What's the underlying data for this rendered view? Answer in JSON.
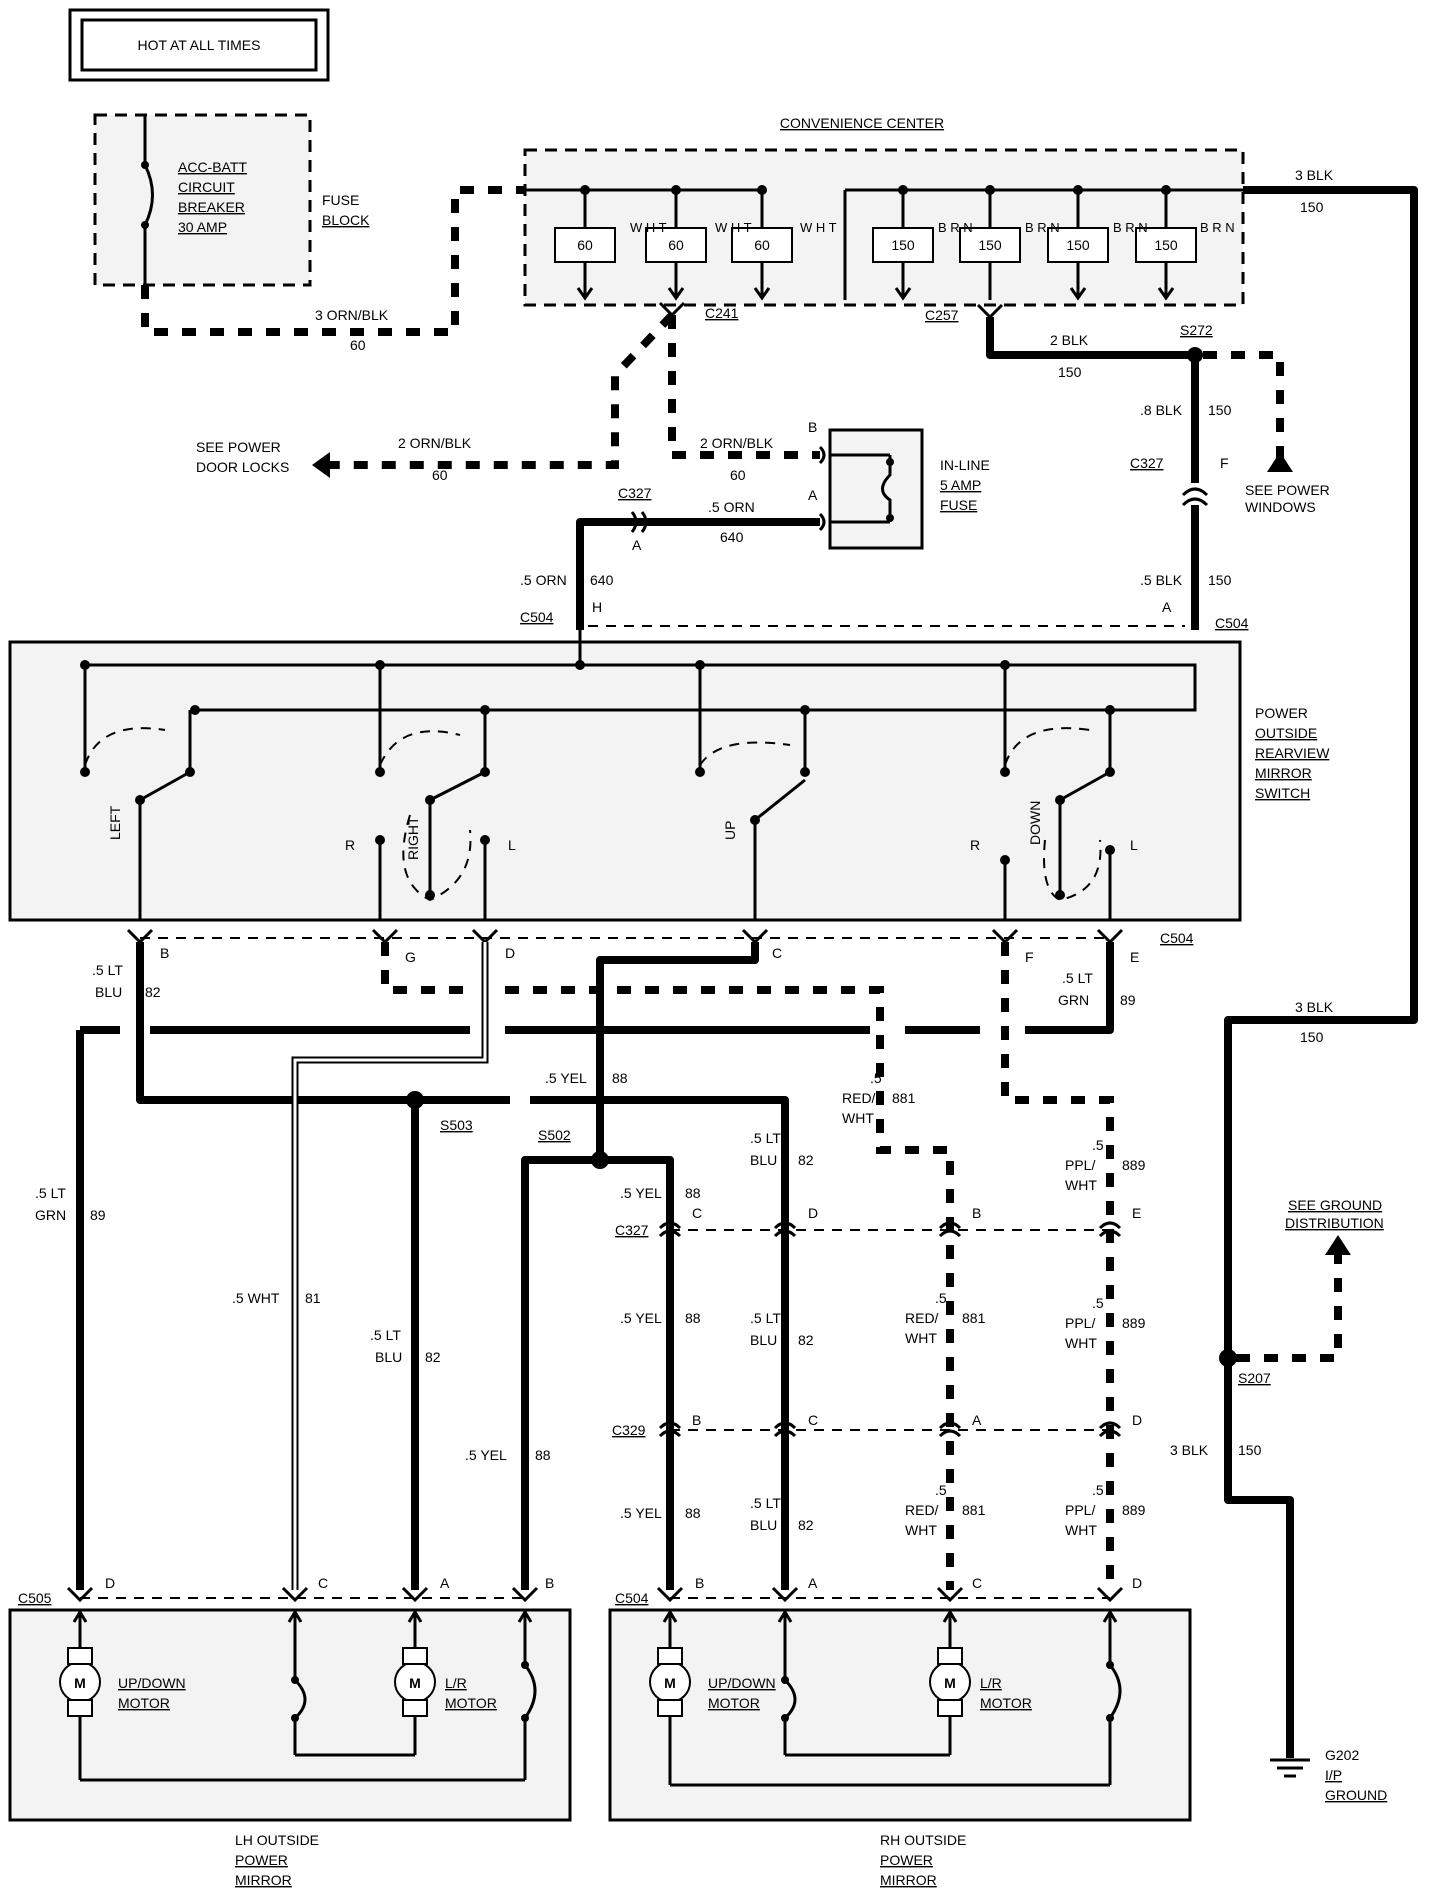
{
  "title_box": "HOT AT ALL TIMES",
  "fuse_block": {
    "breaker_label": [
      "ACC-BATT",
      "CIRCUIT",
      "BREAKER",
      "30 AMP"
    ],
    "block_label": [
      "FUSE",
      "BLOCK"
    ]
  },
  "convenience_center": {
    "title": "CONVENIENCE CENTER",
    "fuses_left": [
      "60",
      "60",
      "60"
    ],
    "fuses_right": [
      "150",
      "150",
      "150",
      "150"
    ],
    "color_wht": "W H T",
    "color_brn": "B R N"
  },
  "inline_fuse": [
    "IN-LINE",
    "5 AMP",
    "FUSE"
  ],
  "see_power_door_locks": [
    "SEE POWER",
    "DOOR LOCKS"
  ],
  "see_power_windows": [
    "SEE POWER",
    "WINDOWS"
  ],
  "see_ground_distribution": [
    "SEE GROUND",
    "DISTRIBUTION"
  ],
  "switch_label": [
    "POWER",
    "OUTSIDE",
    "REARVIEW",
    "MIRROR",
    "SWITCH"
  ],
  "switch_positions": {
    "left": "LEFT",
    "right": "RIGHT",
    "up": "UP",
    "down": "DOWN",
    "r": "R",
    "l": "L"
  },
  "connectors": {
    "c241": "C241",
    "c257": "C257",
    "s272": "S272",
    "c327": "C327",
    "c504": "C504",
    "s503": "S503",
    "s502": "S502",
    "c329": "C329",
    "c505": "C505",
    "s207": "S207"
  },
  "pins": {
    "a": "A",
    "b": "B",
    "c": "C",
    "d": "D",
    "e": "E",
    "f": "F",
    "g": "G",
    "h": "H"
  },
  "wires": {
    "orn_blk_3": "3 ORN/BLK",
    "orn_blk_2": "2 ORN/BLK",
    "c60": "60",
    "blk_3": "3 BLK",
    "blk_2": "2 BLK",
    "blk_8": ".8 BLK",
    "blk_5": ".5 BLK",
    "c150": "150",
    "orn_5": ".5 ORN",
    "c640": "640",
    "lt_blu": ".5 LT BLU",
    "lt": ".5 LT",
    "blu": "BLU",
    "c82": "82",
    "grn": "GRN",
    "c89": "89",
    "wht_5": ".5 WHT",
    "c81": "81",
    "yel_5": ".5 YEL",
    "c88": "88",
    "n5": ".5",
    "red_wht": "RED/",
    "wht": "WHT",
    "c881": "881",
    "ppl_wht": "PPL/",
    "c889": "889"
  },
  "motors": {
    "m": "M",
    "updown": [
      "UP/DOWN",
      "MOTOR"
    ],
    "lr": [
      "L/R",
      "MOTOR"
    ]
  },
  "lh_mirror": [
    "LH OUTSIDE",
    "POWER",
    "MIRROR"
  ],
  "rh_mirror": [
    "RH OUTSIDE",
    "POWER",
    "MIRROR"
  ],
  "ground": [
    "G202",
    "I/P",
    "GROUND"
  ]
}
